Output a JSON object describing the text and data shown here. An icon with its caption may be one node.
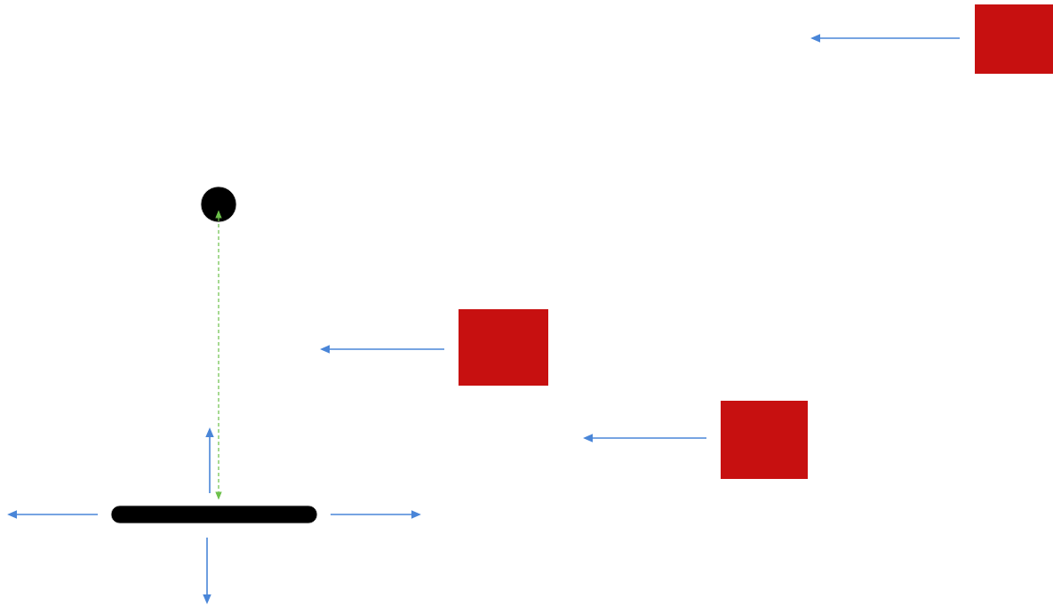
{
  "diagram": {
    "nodes": [
      {
        "text": [],
        "shape": "box"
      },
      {
        "text": [],
        "shape": "circle"
      },
      {
        "text": [],
        "shape": "box"
      },
      {
        "text": [],
        "shape": "box"
      },
      {
        "text": [],
        "shape": "bar"
      }
    ],
    "edges": [
      {
        "from": 1,
        "to": 4,
        "arrow": "both",
        "style": "dashed",
        "color": "#6cc04a"
      }
    ]
  }
}
